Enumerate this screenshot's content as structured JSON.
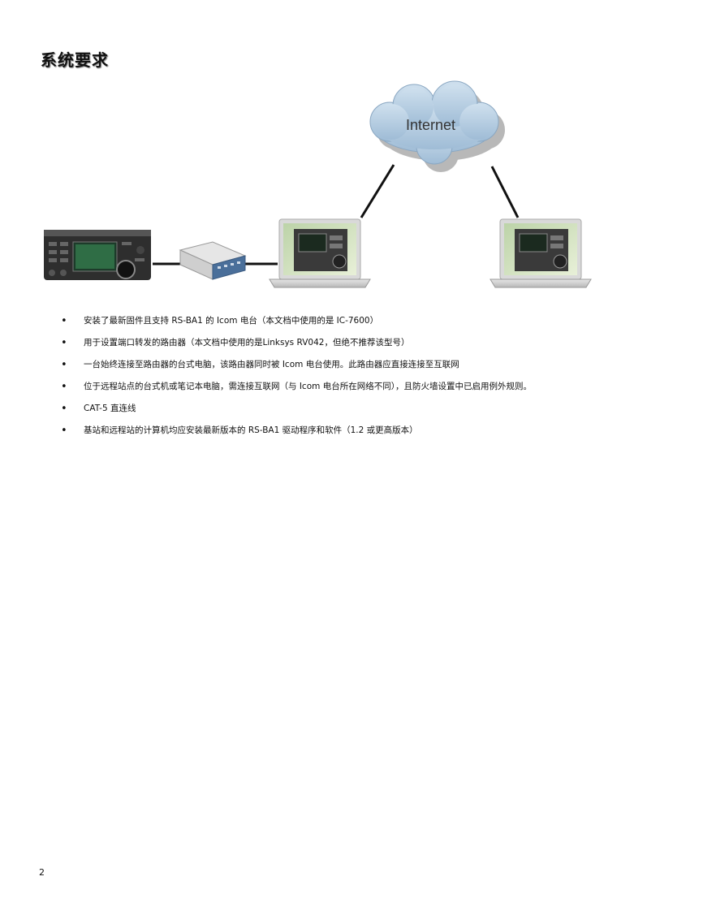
{
  "section_title": "系统要求",
  "diagram": {
    "cloud_label": "Internet",
    "nodes": [
      "icom-radio",
      "router",
      "base-laptop",
      "remote-laptop"
    ]
  },
  "requirements": [
    "安装了最新固件且支持 RS-BA1 的 Icom 电台（本文档中使用的是 IC-7600）",
    "用于设置端口转发的路由器（本文档中使用的是Linksys RV042，但绝不推荐该型号）",
    "一台始终连接至路由器的台式电脑，该路由器同时被 Icom 电台使用。此路由器应直接连接至互联网",
    "位于远程站点的台式机或笔记本电脑，需连接互联网（与 Icom 电台所在网络不同），且防火墙设置中已启用例外规则。",
    "CAT-5 直连线",
    "基站和远程站的计算机均应安装最新版本的 RS-BA1 驱动程序和软件（1.2 或更高版本）"
  ],
  "page_number": "2"
}
